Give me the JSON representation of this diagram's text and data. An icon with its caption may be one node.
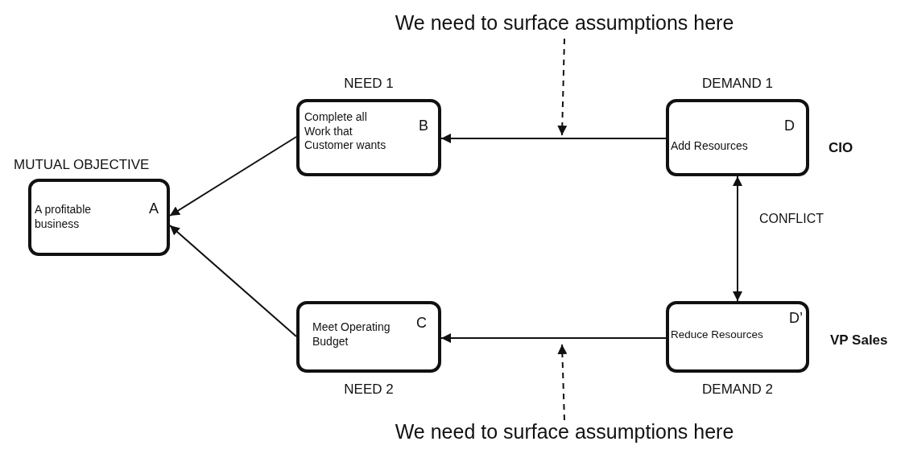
{
  "diagram": {
    "nodes": [
      {
        "text": [
          "MUTUAL OBJECTIVE",
          "A profitable business",
          "A"
        ]
      },
      {
        "text": [
          "NEED 1",
          "Complete all Work that Customer wants",
          "B"
        ]
      },
      {
        "text": [
          "NEED 2",
          "C",
          "Meet Operating Budget"
        ]
      },
      {
        "text": [
          "DEMAND 1",
          "D",
          "Add Resources"
        ],
        "beside": [
          "CIO"
        ]
      },
      {
        "text": [
          "DEMAND 2",
          "D’",
          "Reduce Resources"
        ],
        "beside": [
          "VP Sales"
        ]
      },
      {
        "text": [
          "We need to surface assumptions here"
        ]
      },
      {
        "text": [
          "We need to surface assumptions here"
        ]
      }
    ],
    "edges": [
      {
        "from": 1,
        "to": 0,
        "arrow": "to"
      },
      {
        "from": 2,
        "to": 0,
        "arrow": "to"
      },
      {
        "from": 3,
        "to": 1,
        "arrow": "to"
      },
      {
        "from": 4,
        "to": 2,
        "arrow": "to"
      },
      {
        "from": 3,
        "to": 4,
        "arrow": "both",
        "label": "CONFLICT"
      },
      {
        "from": 5,
        "to": null,
        "arrow": "to",
        "style": "dashed"
      },
      {
        "from": 6,
        "to": null,
        "arrow": "to",
        "style": "dashed"
      }
    ]
  }
}
